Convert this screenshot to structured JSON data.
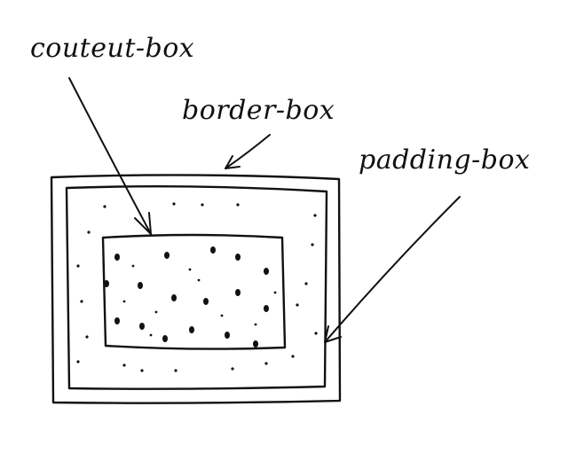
{
  "labels": {
    "content_box": "couteut-box",
    "border_box": "border-box",
    "padding_box": "padding-box"
  },
  "colors": {
    "ink": "#111111",
    "background": "#ffffff"
  }
}
